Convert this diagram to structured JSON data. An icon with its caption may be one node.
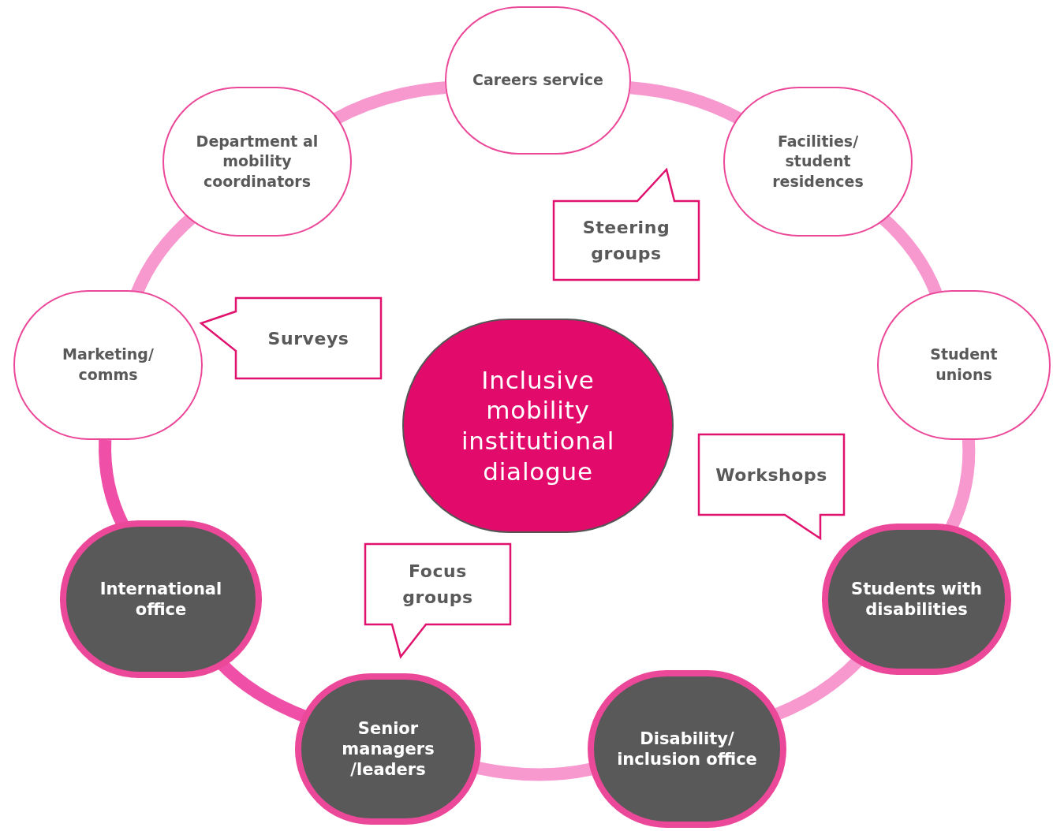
{
  "diagram": {
    "nodes": [
      {
        "text": [
          "Careers service"
        ]
      },
      {
        "text": [
          "Department al mobility coordinators"
        ]
      },
      {
        "text": [
          "Facilities/ student residences"
        ]
      },
      {
        "text": [
          "Steering groups"
        ]
      },
      {
        "text": [
          "Marketing/ comms"
        ]
      },
      {
        "text": [
          "Surveys"
        ]
      },
      {
        "text": [
          "Student unions"
        ]
      },
      {
        "text": [
          "Inclusive mobility institutional dialogue"
        ]
      },
      {
        "text": [
          "Workshops"
        ]
      },
      {
        "text": [
          "International office"
        ]
      },
      {
        "text": [
          "Focus groups"
        ]
      },
      {
        "text": [
          "Students with disabilities"
        ]
      },
      {
        "text": [
          "Senior managers /leaders"
        ]
      },
      {
        "text": [
          "Disability/ inclusion office"
        ]
      }
    ],
    "edges": [
      {
        "from": 0,
        "to": 2,
        "arrow": "none"
      },
      {
        "from": 2,
        "to": 6,
        "arrow": "none"
      },
      {
        "from": 6,
        "to": 11,
        "arrow": "none"
      },
      {
        "from": 11,
        "to": 13,
        "arrow": "none"
      },
      {
        "from": 13,
        "to": 12,
        "arrow": "none"
      },
      {
        "from": 12,
        "to": 9,
        "arrow": "none",
        "color": "#f04fa8"
      },
      {
        "from": 9,
        "to": 4,
        "arrow": "none",
        "color": "#f04fa8"
      },
      {
        "from": 4,
        "to": 1,
        "arrow": "none"
      },
      {
        "from": 1,
        "to": 0,
        "arrow": "none"
      }
    ]
  }
}
